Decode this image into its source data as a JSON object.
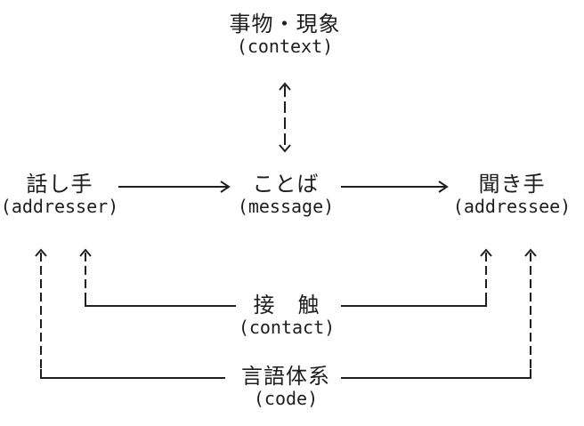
{
  "diagram": {
    "nodes": {
      "context": {
        "jp": "事物・現象",
        "en": "(context)"
      },
      "addresser": {
        "jp": "話し手",
        "en": "(addresser)"
      },
      "message": {
        "jp": "ことば",
        "en": "(message)"
      },
      "addressee": {
        "jp": "聞き手",
        "en": "(addressee)"
      },
      "contact": {
        "jp": "接　触",
        "en": "(contact)"
      },
      "code": {
        "jp": "言語体系",
        "en": "(code)"
      }
    },
    "connectors": [
      {
        "name": "context-message-link",
        "from": "message",
        "to": "context",
        "style": "dashed",
        "heads": "both",
        "orientation": "vertical"
      },
      {
        "name": "addresser-to-message",
        "from": "addresser",
        "to": "message",
        "style": "solid",
        "heads": "end",
        "orientation": "horizontal"
      },
      {
        "name": "message-to-addressee",
        "from": "message",
        "to": "addressee",
        "style": "solid",
        "heads": "end",
        "orientation": "horizontal"
      },
      {
        "name": "contact-to-addresser",
        "from": "contact",
        "to": "addresser",
        "style": "solid-then-dashed",
        "heads": "end",
        "orientation": "elbow-up"
      },
      {
        "name": "contact-to-addressee",
        "from": "contact",
        "to": "addressee",
        "style": "solid-then-dashed",
        "heads": "end",
        "orientation": "elbow-up"
      },
      {
        "name": "code-to-addresser",
        "from": "code",
        "to": "addresser",
        "style": "solid-then-dashed",
        "heads": "end",
        "orientation": "elbow-up"
      },
      {
        "name": "code-to-addressee",
        "from": "code",
        "to": "addressee",
        "style": "solid-then-dashed",
        "heads": "end",
        "orientation": "elbow-up"
      }
    ],
    "colors": {
      "ink": "#1e1e1e",
      "background": "#ffffff"
    }
  }
}
